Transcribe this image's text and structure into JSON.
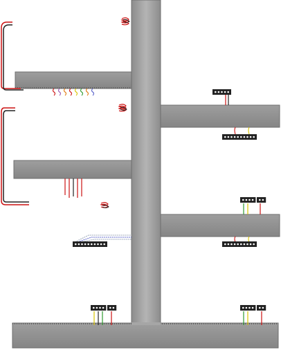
{
  "colors": {
    "background": "#ffffff",
    "metal_light": "#b8b8b8",
    "metal_mid": "#9a9a9a",
    "metal_dark": "#7a7a7a",
    "edge": "#5e5e5e",
    "wire_red": "#cc1111",
    "wire_black": "#222222",
    "wire_yellow": "#d9c400",
    "wire_green": "#2e9a2e",
    "wire_orange": "#e07a10",
    "wire_blue": "#5a63c9",
    "wire_purple": "#9b59b6",
    "wire_gray": "#9aa6b8",
    "connector_body": "#222222",
    "connector_pin": "#ffffff"
  },
  "icons": {
    "connector": "terminal-block-icon",
    "wire": "wire-icon",
    "coil": "wire-coil-icon"
  },
  "connectors": [
    {
      "id": "upper-right-shelf-top",
      "pins": 5
    },
    {
      "id": "upper-right-shelf-bottom",
      "pins": 10
    },
    {
      "id": "lower-right-shelf-top-a",
      "pins": 4
    },
    {
      "id": "lower-right-shelf-top-b",
      "pins": 2
    },
    {
      "id": "lower-right-shelf-bottom",
      "pins": 10
    },
    {
      "id": "left-lower-shelf-bottom",
      "pins": 10
    },
    {
      "id": "base-left-a",
      "pins": 4
    },
    {
      "id": "base-left-b",
      "pins": 2
    },
    {
      "id": "base-right-a",
      "pins": 4
    },
    {
      "id": "base-right-b",
      "pins": 2
    }
  ]
}
